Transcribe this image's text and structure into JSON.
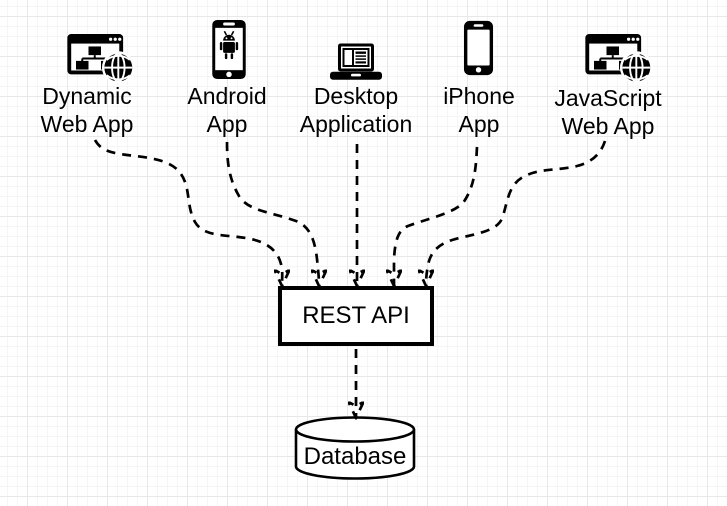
{
  "diagram": {
    "clients": [
      {
        "label": "Dynamic Web App",
        "icon": "dynamic-web-app-icon"
      },
      {
        "label": "Android App",
        "icon": "android-app-icon"
      },
      {
        "label": "Desktop Application",
        "icon": "desktop-application-icon"
      },
      {
        "label": "iPhone App",
        "icon": "iphone-app-icon"
      },
      {
        "label": "JavaScript Web App",
        "icon": "javascript-web-app-icon"
      }
    ],
    "api": {
      "label": "REST API"
    },
    "database": {
      "label": "Database"
    },
    "connections": [
      {
        "from": "Dynamic Web App",
        "to": "REST API",
        "style": "dashed-arrow"
      },
      {
        "from": "Android App",
        "to": "REST API",
        "style": "dashed-arrow"
      },
      {
        "from": "Desktop Application",
        "to": "REST API",
        "style": "dashed-arrow"
      },
      {
        "from": "iPhone App",
        "to": "REST API",
        "style": "dashed-arrow"
      },
      {
        "from": "JavaScript Web App",
        "to": "REST API",
        "style": "dashed-arrow"
      },
      {
        "from": "REST API",
        "to": "Database",
        "style": "dashed-arrow"
      }
    ],
    "colors": {
      "stroke": "#000000",
      "node_fill": "#ffffff",
      "background": "#ffffff",
      "grid_minor": "#f6f4f4",
      "grid_major": "#e9e7e7"
    }
  }
}
